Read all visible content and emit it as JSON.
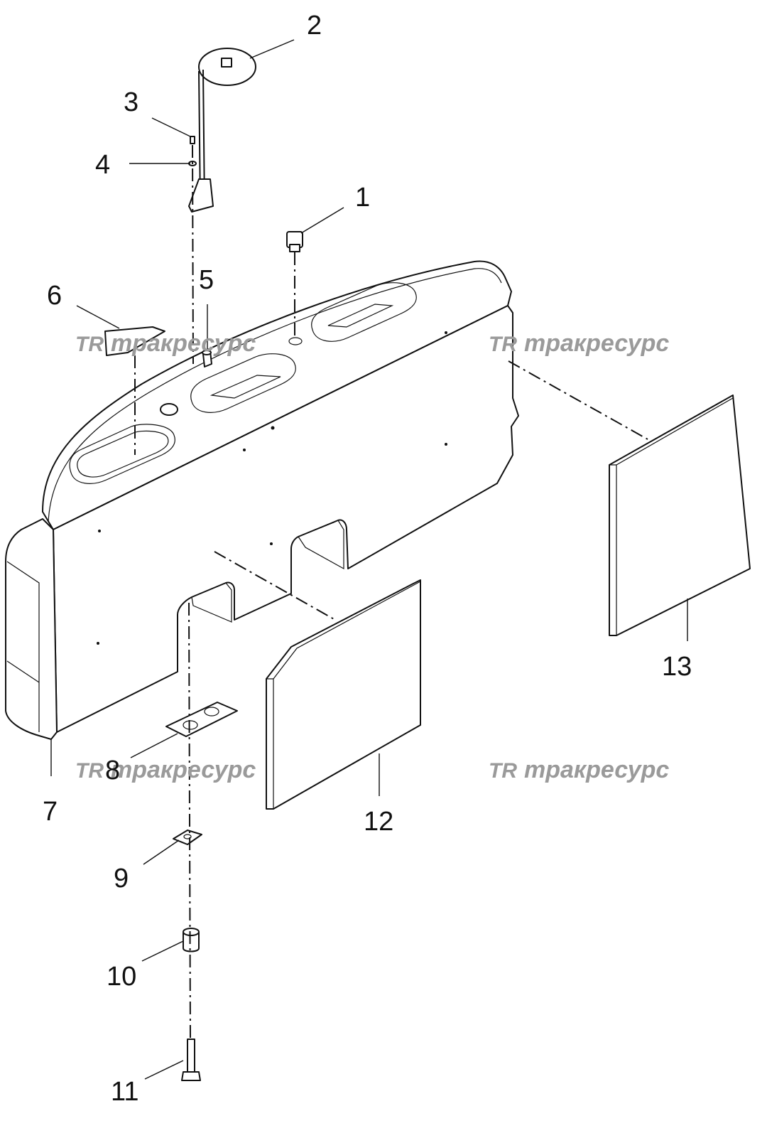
{
  "callouts": [
    {
      "id": "1",
      "label": "1"
    },
    {
      "id": "2",
      "label": "2"
    },
    {
      "id": "3",
      "label": "3"
    },
    {
      "id": "4",
      "label": "4"
    },
    {
      "id": "5",
      "label": "5"
    },
    {
      "id": "6",
      "label": "6"
    },
    {
      "id": "7",
      "label": "7"
    },
    {
      "id": "8",
      "label": "8"
    },
    {
      "id": "9",
      "label": "9"
    },
    {
      "id": "10",
      "label": "10"
    },
    {
      "id": "11",
      "label": "11"
    },
    {
      "id": "12",
      "label": "12"
    },
    {
      "id": "13",
      "label": "13"
    }
  ],
  "watermark": {
    "logo": "TR",
    "text": "тракресурс",
    "color": "#9a9a9a"
  }
}
